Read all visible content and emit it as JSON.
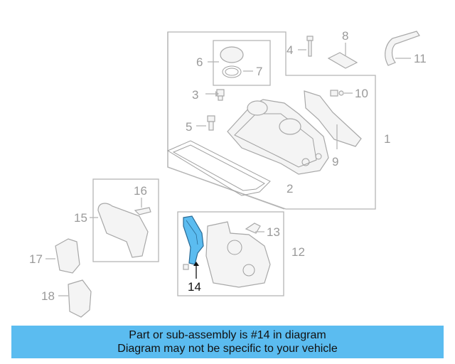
{
  "diagram": {
    "callouts": [
      "1",
      "2",
      "3",
      "4",
      "5",
      "6",
      "7",
      "8",
      "9",
      "10",
      "11",
      "12",
      "13",
      "14",
      "15",
      "16",
      "17",
      "18"
    ],
    "highlighted_part": "14",
    "highlight_color": "#5bbcf0"
  },
  "banner": {
    "line1": "Part or sub-assembly is #14 in diagram",
    "line2": "Diagram may not be specific to your vehicle",
    "background": "#5bbcf0"
  }
}
